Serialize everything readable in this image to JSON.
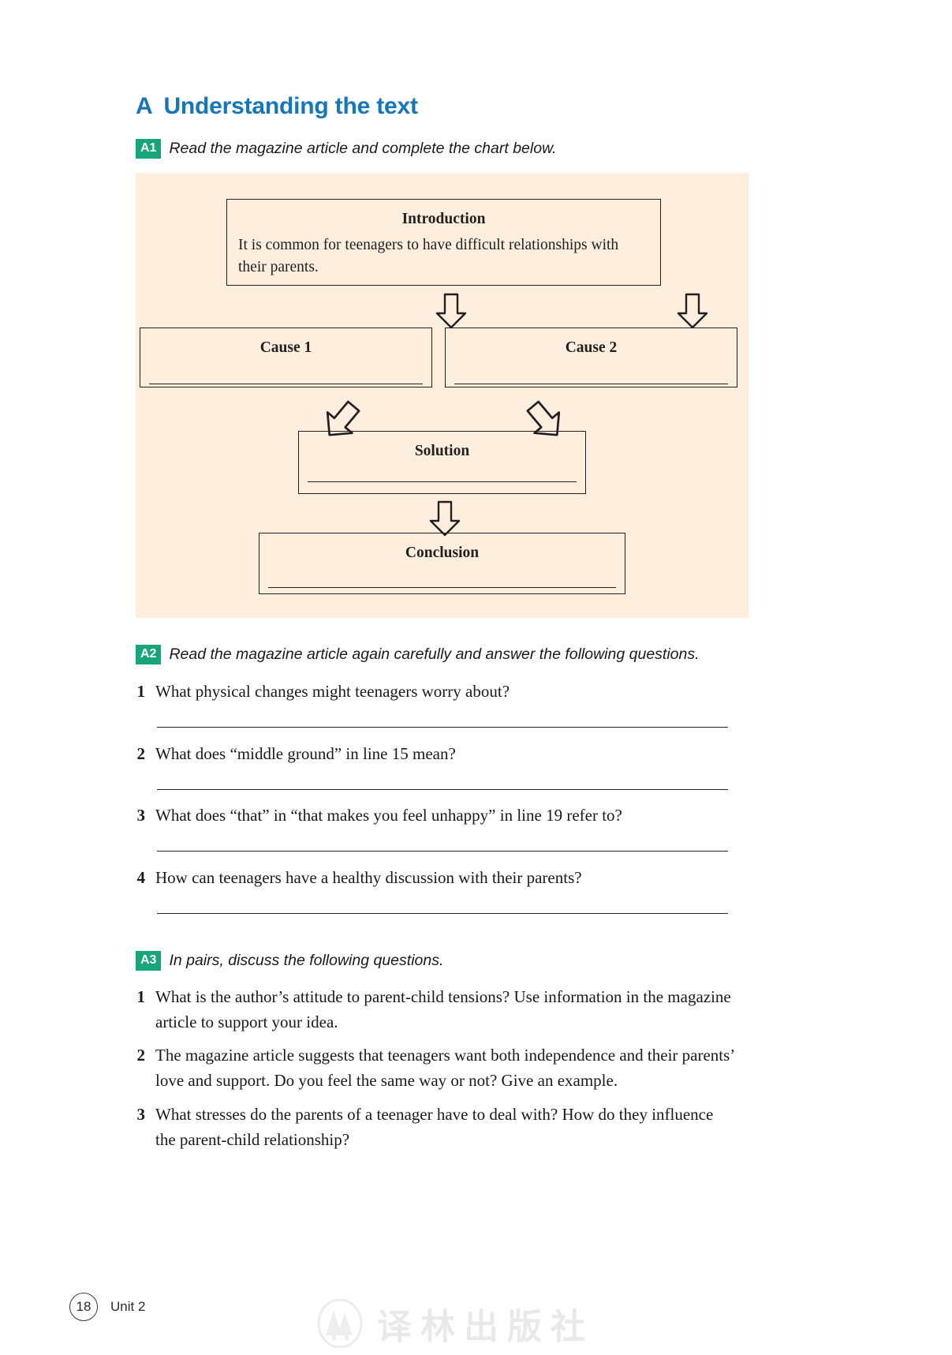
{
  "section": {
    "letter": "A",
    "title": "Understanding the text"
  },
  "tasks": [
    {
      "badge": "A1",
      "instruction": "Read the magazine article and complete the chart below."
    },
    {
      "badge": "A2",
      "instruction": "Read the magazine article again carefully and answer the following questions."
    },
    {
      "badge": "A3",
      "instruction": "In pairs, discuss the following questions."
    }
  ],
  "chart_data": {
    "type": "diagram",
    "title": "",
    "panel_color": "#fdeedd",
    "nodes": [
      {
        "id": "introduction",
        "label": "Introduction",
        "body": "It is common for teenagers to have difficult relationships with their parents.",
        "blank": false
      },
      {
        "id": "cause1",
        "label": "Cause 1",
        "body": "",
        "blank": true
      },
      {
        "id": "cause2",
        "label": "Cause 2",
        "body": "",
        "blank": true
      },
      {
        "id": "solution",
        "label": "Solution",
        "body": "",
        "blank": true
      },
      {
        "id": "conclusion",
        "label": "Conclusion",
        "body": "",
        "blank": true
      }
    ],
    "edges": [
      {
        "from": "introduction",
        "to": "cause1",
        "arrow": "down"
      },
      {
        "from": "introduction",
        "to": "cause2",
        "arrow": "down"
      },
      {
        "from": "cause1",
        "to": "solution",
        "arrow": "down-right"
      },
      {
        "from": "cause2",
        "to": "solution",
        "arrow": "down-left"
      },
      {
        "from": "solution",
        "to": "conclusion",
        "arrow": "down"
      }
    ]
  },
  "a2_questions": [
    {
      "num": "1",
      "text": "What physical changes might teenagers worry about?"
    },
    {
      "num": "2",
      "text": "What does “middle ground” in line 15 mean?"
    },
    {
      "num": "3",
      "text": "What does “that” in “that makes you feel unhappy” in line 19 refer to?"
    },
    {
      "num": "4",
      "text": "How can teenagers have a healthy discussion with their parents?"
    }
  ],
  "a3_questions": [
    {
      "num": "1",
      "text": "What is the author’s attitude to parent-child tensions? Use information in the magazine article to support your idea."
    },
    {
      "num": "2",
      "text": "The magazine article suggests that teenagers want both independence and their parents’ love and support. Do you feel the same way or not? Give an example."
    },
    {
      "num": "3",
      "text": "What stresses do the parents of a teenager have to deal with? How do they influence the parent-child relationship?"
    }
  ],
  "footer": {
    "page_number": "18",
    "unit_label": "Unit 2",
    "watermark_text": "译林出版社"
  },
  "colors": {
    "heading_blue": "#1477bd",
    "badge_green": "#17a67a",
    "panel_peach": "#fdeedd",
    "ink": "#231f20"
  }
}
